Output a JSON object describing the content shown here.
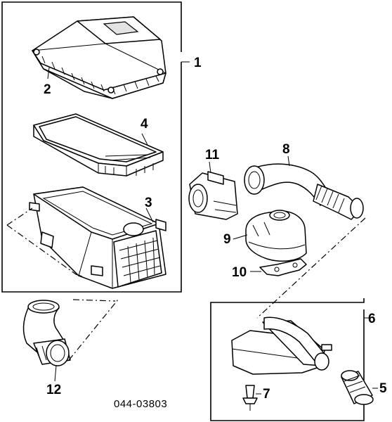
{
  "diagram": {
    "document_number": "044-03803",
    "callouts": [
      {
        "id": "1",
        "text": "1"
      },
      {
        "id": "2",
        "text": "2"
      },
      {
        "id": "3",
        "text": "3"
      },
      {
        "id": "4",
        "text": "4"
      },
      {
        "id": "5",
        "text": "5"
      },
      {
        "id": "6",
        "text": "6"
      },
      {
        "id": "7",
        "text": "7"
      },
      {
        "id": "8",
        "text": "8"
      },
      {
        "id": "9",
        "text": "9"
      },
      {
        "id": "10",
        "text": "10"
      },
      {
        "id": "11",
        "text": "11"
      },
      {
        "id": "12",
        "text": "12"
      }
    ]
  }
}
